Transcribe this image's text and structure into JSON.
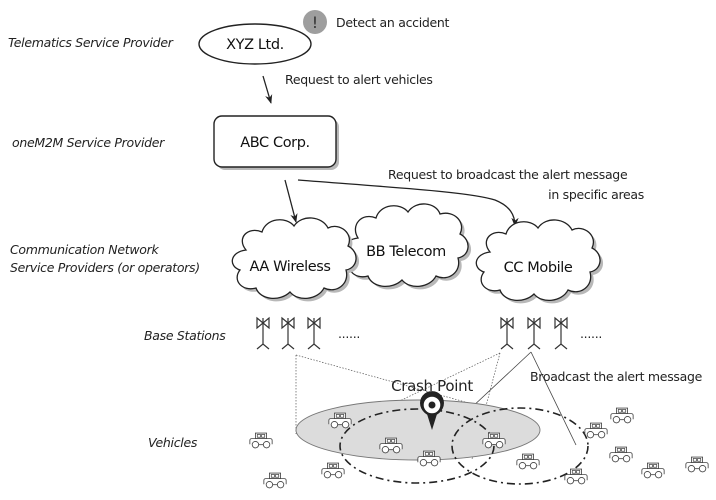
{
  "diagram": {
    "row_labels": {
      "telematics": "Telematics Service Provider",
      "onem2m": "oneM2M Service Provider",
      "network_line1": "Communication Network",
      "network_line2": "Service Providers (or operators)",
      "base_stations": "Base Stations",
      "vehicles": "Vehicles"
    },
    "nodes": {
      "telematics_provider": "XYZ Ltd.",
      "onem2m_provider": "ABC Corp.",
      "operator_a": "AA Wireless",
      "operator_b": "BB Telecom",
      "operator_c": "CC Mobile"
    },
    "alert": {
      "icon": "exclamation-icon",
      "glyph": "!",
      "text": "Detect an accident"
    },
    "edges": {
      "xyz_to_abc": "Request to alert vehicles",
      "abc_to_operators_line1": "Request to broadcast the alert message",
      "abc_to_operators_line2": "in specific areas",
      "broadcast": "Broadcast the alert message"
    },
    "ellipsis": "......",
    "crash_point": "Crash Point",
    "colors": {
      "line": "#222222",
      "alert_badge": "#9e9e9e",
      "area_fill": "#dcdcdc",
      "shadow": "#b8b8b8"
    }
  }
}
